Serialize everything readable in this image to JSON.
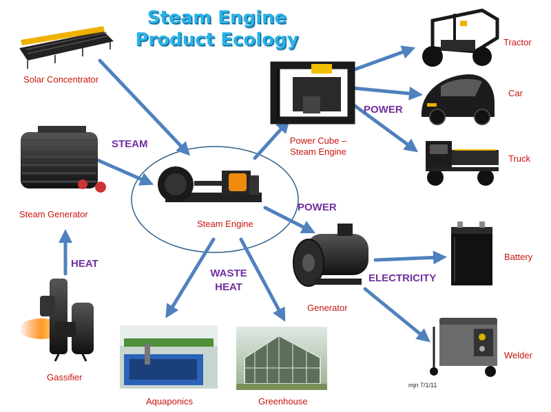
{
  "title": {
    "line1": "Steam Engine",
    "line2": "Product Ecology"
  },
  "nodes": {
    "solar_concentrator": "Solar Concentrator",
    "steam_generator": "Steam Generator",
    "gassifier": "Gassifier",
    "steam_engine": "Steam Engine",
    "power_cube": {
      "line1": "Power Cube –",
      "line2": "Steam Engine"
    },
    "generator": "Generator",
    "aquaponics": "Aquaponics",
    "greenhouse": "Greenhouse",
    "tractor": "Tractor",
    "car": "Car",
    "truck": "Truck",
    "battery": "Battery",
    "welder": "Welder"
  },
  "flows": {
    "steam": "STEAM",
    "heat": "HEAT",
    "power_top": "POWER",
    "power_mid": "POWER",
    "waste_heat": {
      "line1": "WASTE",
      "line2": "HEAT"
    },
    "electricity": "ELECTRICITY"
  },
  "credit": "mjn 7/1/11",
  "colors": {
    "arrow": "#4f81bd",
    "label_red": "#c8120e",
    "flow_purple": "#6f2e9e",
    "title_blue": "#29b3e8"
  }
}
